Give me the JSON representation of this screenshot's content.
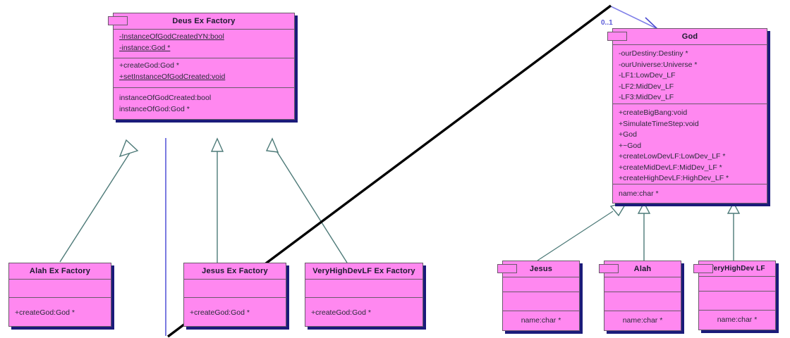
{
  "diagram": {
    "type": "uml-class-diagram",
    "background": "#ffffff",
    "class_fill": "#FF88F0",
    "class_border": "#6b5a6b",
    "class_shadow": "#1b1b7a",
    "inheritance_line_color": "#4d7a78",
    "association_line_color": "#5a5ad8",
    "annotation_line_color": "#000000",
    "multiplicity_color": "#5a5ad8"
  },
  "classes": {
    "deus_ex_factory": {
      "title": "Deus Ex Factory",
      "attributes": [
        "-InstanceOfGodCreatedYN:bool",
        "-instance:God *"
      ],
      "operations": [
        "+createGod:God *",
        "+setInstanceOfGodCreated:void"
      ],
      "extra": [
        "instanceOfGodCreated:bool",
        "instanceOfGod:God *"
      ]
    },
    "god": {
      "title": "God",
      "attributes": [
        "-ourDestiny:Destiny *",
        "-ourUniverse:Universe *",
        "-LF1:LowDev_LF",
        "-LF2:MidDev_LF",
        "-LF3:MidDev_LF"
      ],
      "operations": [
        "+createBigBang:void",
        "+SimulateTimeStep:void",
        "+God",
        "+~God",
        "+createLowDevLF:LowDev_LF *",
        "+createMidDevLF:MidDev_LF *",
        "+createHighDevLF:HighDev_LF *"
      ],
      "extra": [
        "name:char *"
      ]
    },
    "alah_ex_factory": {
      "title": "Alah Ex Factory",
      "attributes": [],
      "operations": [
        "+createGod:God *"
      ]
    },
    "jesus_ex_factory": {
      "title": "Jesus Ex Factory",
      "attributes": [],
      "operations": [
        "+createGod:God *"
      ]
    },
    "veryhighdevlf_ex_factory": {
      "title": "VeryHighDevLF Ex Factory",
      "attributes": [],
      "operations": [
        "+createGod:God *"
      ]
    },
    "jesus": {
      "title": "Jesus",
      "attributes": [],
      "operations": [],
      "extra": [
        "name:char *"
      ]
    },
    "alah": {
      "title": "Alah",
      "attributes": [],
      "operations": [],
      "extra": [
        "name:char *"
      ]
    },
    "veryhighdev_lf": {
      "title": "VeryHighDev LF",
      "attributes": [],
      "operations": [],
      "extra": [
        "name:char *"
      ]
    }
  },
  "labels": {
    "multiplicity_god": "0..1"
  },
  "relationships": [
    {
      "kind": "generalization",
      "from": "alah_ex_factory",
      "to": "deus_ex_factory"
    },
    {
      "kind": "generalization",
      "from": "jesus_ex_factory",
      "to": "deus_ex_factory"
    },
    {
      "kind": "generalization",
      "from": "veryhighdevlf_ex_factory",
      "to": "deus_ex_factory"
    },
    {
      "kind": "association",
      "from": "deus_ex_factory",
      "to": "god",
      "target_multiplicity": "0..1"
    },
    {
      "kind": "generalization",
      "from": "jesus",
      "to": "god"
    },
    {
      "kind": "generalization",
      "from": "alah",
      "to": "god"
    },
    {
      "kind": "generalization",
      "from": "veryhighdev_lf",
      "to": "god"
    }
  ]
}
